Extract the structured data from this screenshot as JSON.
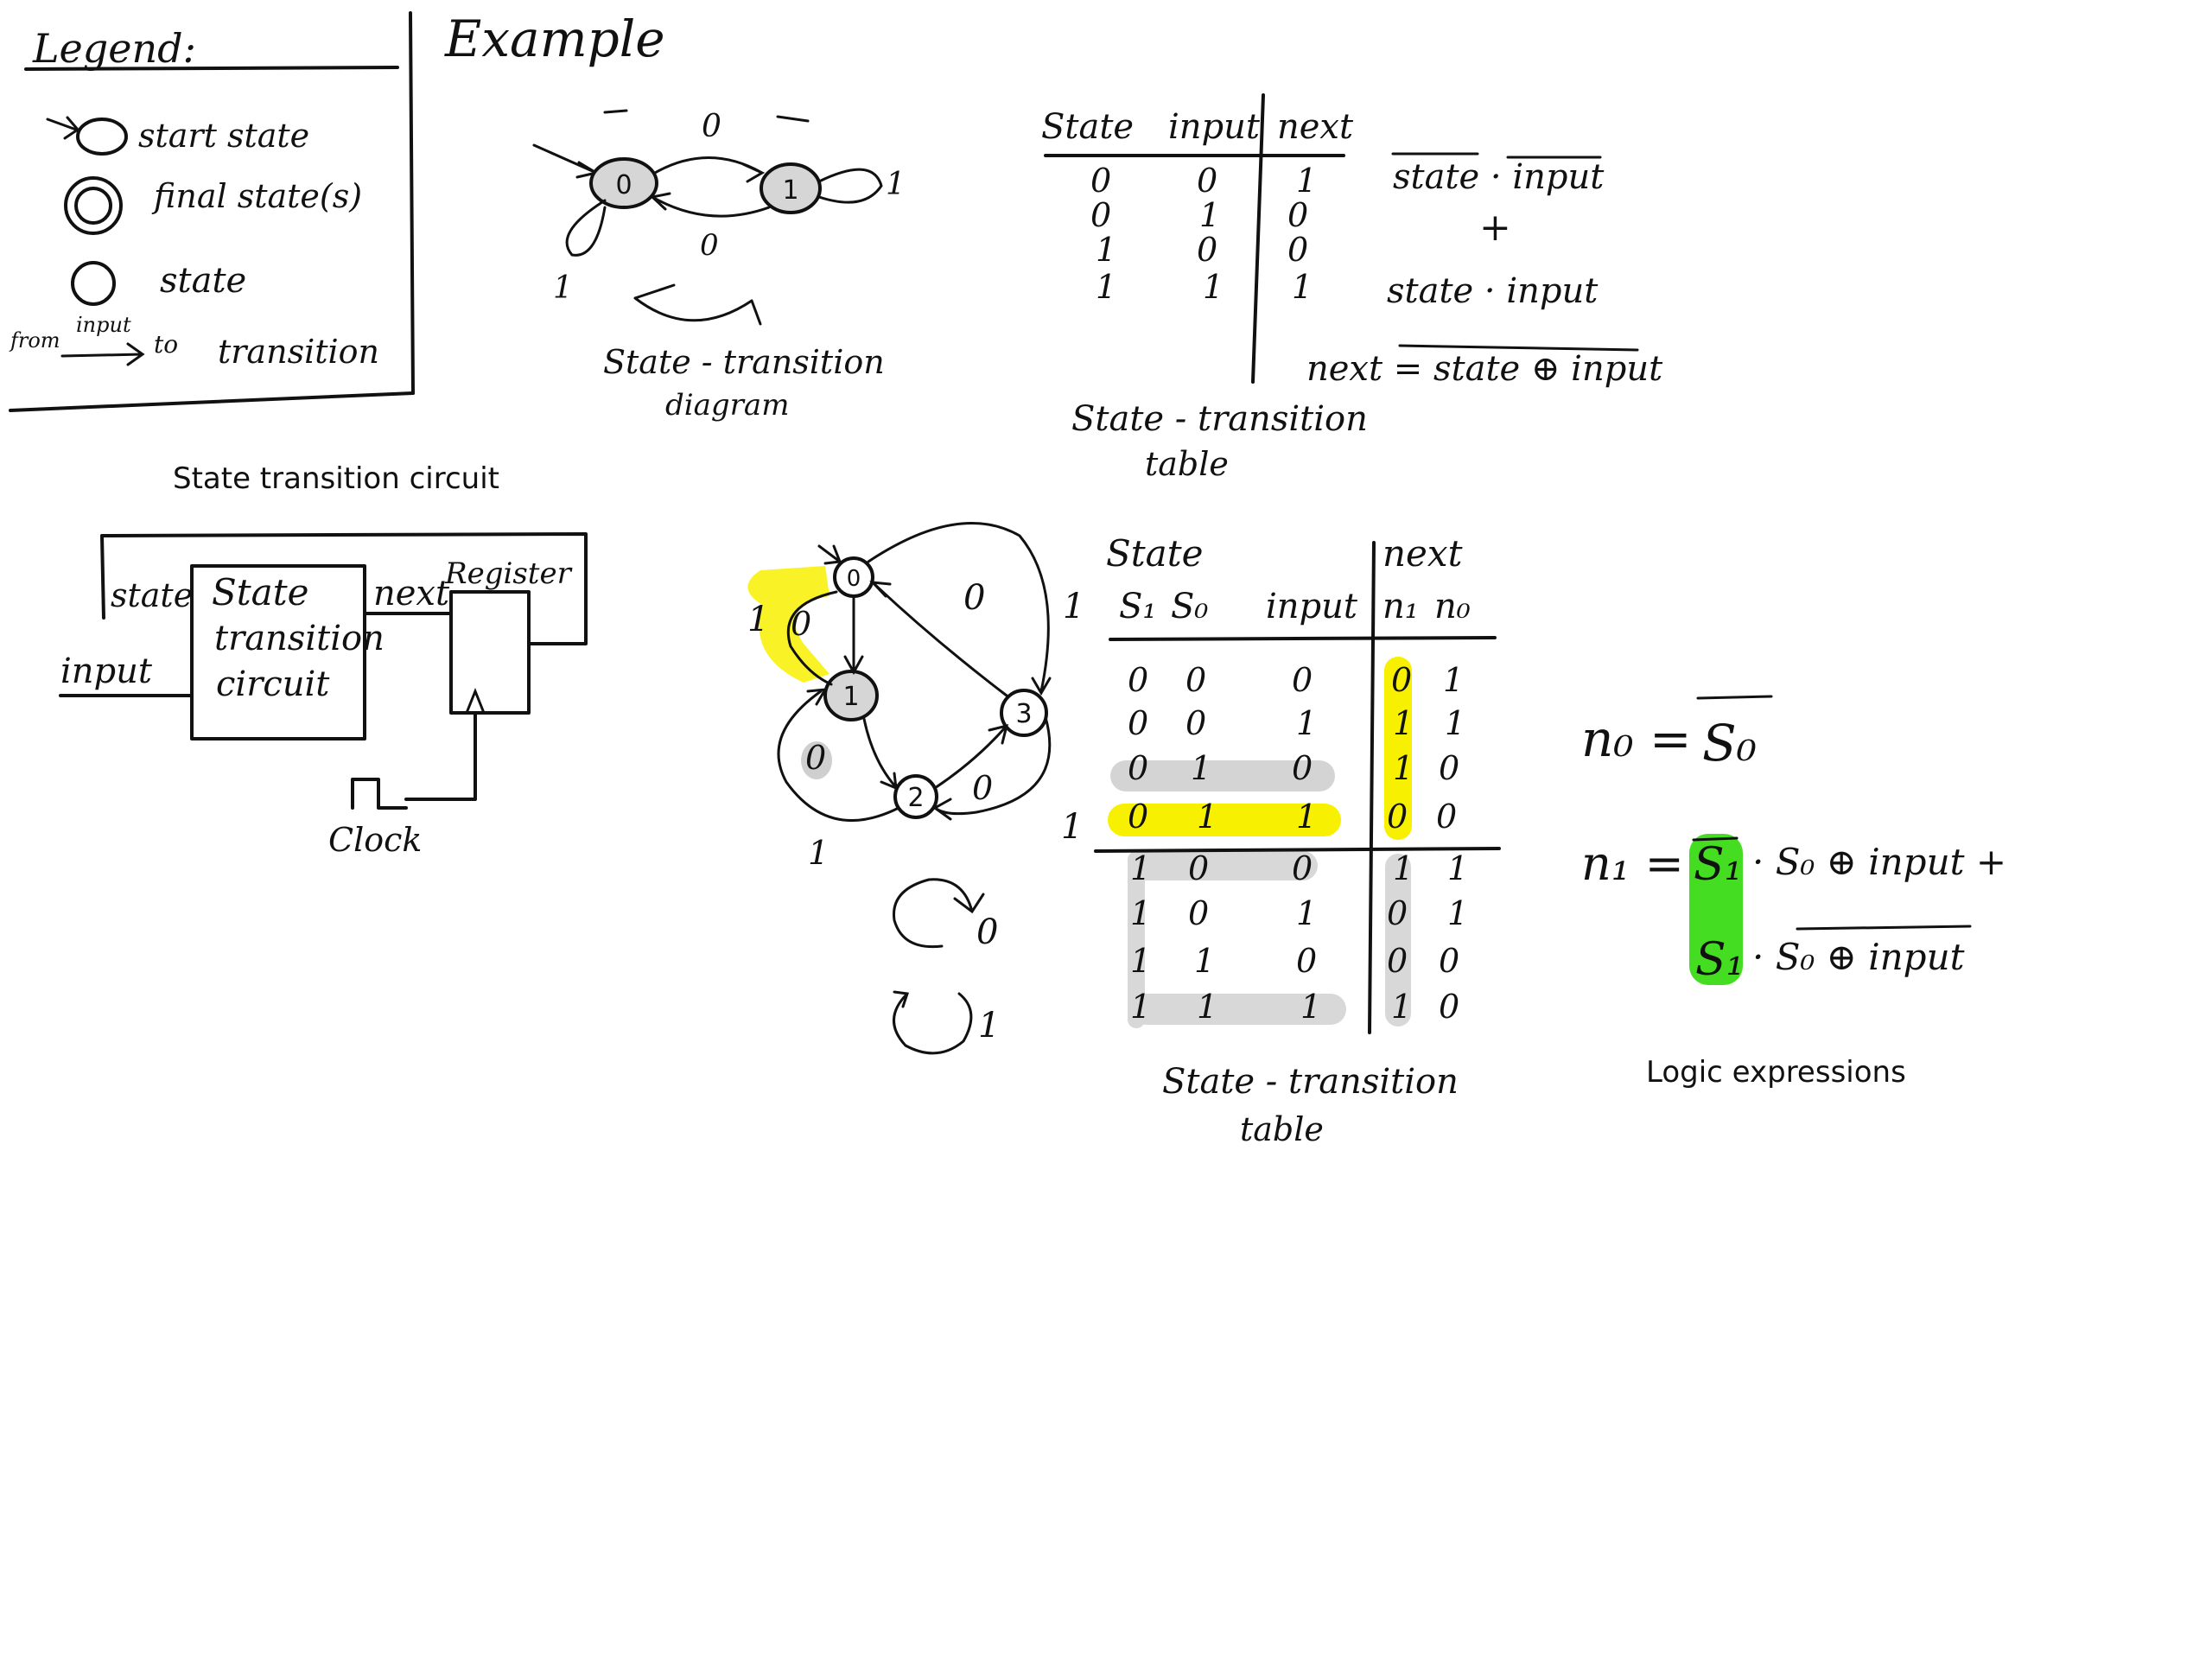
{
  "legend": {
    "title": "Legend:",
    "start_state": "start state",
    "final_states": "final state(s)",
    "state": "state",
    "from": "from",
    "input": "input",
    "to": "to",
    "transition": "transition"
  },
  "example": {
    "title": "Example",
    "edge_top": "0",
    "edge_bottom": "0",
    "self_loop_left": "1",
    "self_loop_right": "1",
    "state_0": "0",
    "state_1": "1",
    "diagram_caption_1": "State - transition",
    "diagram_caption_2": "diagram",
    "table": {
      "headers": [
        "State",
        "input",
        "next"
      ],
      "rows": [
        [
          "0",
          "0",
          "1"
        ],
        [
          "0",
          "1",
          "0"
        ],
        [
          "1",
          "0",
          "0"
        ],
        [
          "1",
          "1",
          "1"
        ]
      ]
    },
    "table_caption_1": "State - transition",
    "table_caption_2": "table",
    "expr_1": "state · input",
    "expr_plus": "+",
    "expr_2": "state · input",
    "expr_next": "next = state ⊕ input"
  },
  "circuit": {
    "title": "State transition circuit",
    "state_label": "state",
    "box_line_1": "State",
    "box_line_2": "transition",
    "box_line_3": "circuit",
    "next_label": "next",
    "register_label": "Register",
    "input_label": "input",
    "clock_label": "Clock"
  },
  "fsm2": {
    "states": [
      "0",
      "1",
      "2",
      "3"
    ],
    "edge_labels": [
      "0",
      "1",
      "0",
      "0",
      "0",
      "1",
      "1"
    ],
    "legend_0": "0",
    "legend_1": "1"
  },
  "table2": {
    "header_state": "State",
    "header_next": "next",
    "sub_s1": "S₁",
    "sub_s0": "S₀",
    "sub_input": "input",
    "sub_n1": "n₁",
    "sub_n0": "n₀",
    "rows": [
      [
        "0",
        "0",
        "0",
        "0",
        "1"
      ],
      [
        "0",
        "0",
        "1",
        "1",
        "1"
      ],
      [
        "0",
        "1",
        "0",
        "1",
        "0"
      ],
      [
        "0",
        "1",
        "1",
        "0",
        "0"
      ],
      [
        "1",
        "0",
        "0",
        "1",
        "1"
      ],
      [
        "1",
        "0",
        "1",
        "0",
        "1"
      ],
      [
        "1",
        "1",
        "0",
        "0",
        "0"
      ],
      [
        "1",
        "1",
        "1",
        "1",
        "0"
      ]
    ],
    "caption_1": "State - transition",
    "caption_2": "table"
  },
  "logic": {
    "n0_lhs": "n₀ =",
    "n0_rhs": "S₀",
    "n1_lhs": "n₁ =",
    "n1_t1_var": "S₁",
    "n1_t1_rest": "· S₀ ⊕ input +",
    "n1_t2_var": "S₁",
    "n1_t2_rest": "· S₀ ⊕ input",
    "title": "Logic expressions"
  },
  "colors": {
    "ink": "#111111",
    "yellow_highlight": "#f7f000",
    "gray_highlight": "#cfcfcf",
    "green_highlight": "#44dd22",
    "state_fill": "#d6d6d6"
  }
}
